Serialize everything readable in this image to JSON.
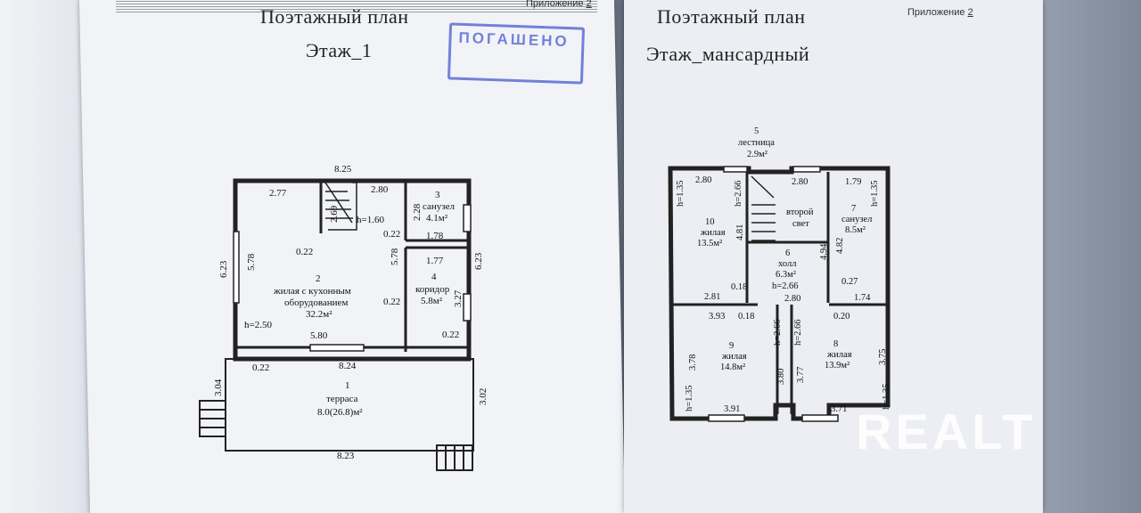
{
  "left_page": {
    "title": "Поэтажный план",
    "floor": "Этаж_1",
    "appendix_label": "Приложение",
    "appendix_num": "2",
    "stamp": "ПОГАШЕНО",
    "dims": {
      "top": "8.25",
      "left_height": "6.23",
      "right_height": "6.23",
      "terrace_width": "8.24",
      "bottom": "8.23",
      "stair_left": "3.04",
      "stair_right": "3.02"
    },
    "rooms": [
      {
        "num": "1",
        "name": "терраса",
        "area": "8.0(26.8)м²"
      },
      {
        "num": "2",
        "name": "жилая с кухонным",
        "name2": "оборудованием",
        "area": "32.2м²"
      },
      {
        "num": "3",
        "name": "санузел",
        "area": "4.1м²"
      },
      {
        "num": "4",
        "name": "коридор",
        "area": "5.8м²"
      }
    ],
    "labels": [
      "2.77",
      "2.69",
      "2.80",
      "2.28",
      "h=1.60",
      "0.22",
      "1.78",
      "0.22",
      "5.78",
      "1.77",
      "5.78",
      "0.22",
      "3.27",
      "h=2.50",
      "5.80",
      "0.22",
      "0.22"
    ]
  },
  "right_page": {
    "title": "Поэтажный план",
    "floor": "Этаж_мансардный",
    "appendix_label": "Приложение",
    "appendix_num": "2",
    "rooms": [
      {
        "num": "5",
        "name": "лестница",
        "area": "2.9м²"
      },
      {
        "num": "6",
        "name": "холл",
        "area": "6.3м²",
        "height": "h=2.66"
      },
      {
        "num": "7",
        "name": "санузел",
        "area": "8.5м²"
      },
      {
        "num": "8",
        "name": "жилая",
        "area": "13.9м²"
      },
      {
        "num": "9",
        "name": "жилая",
        "area": "14.8м²"
      },
      {
        "num": "10",
        "name": "жилая",
        "area": "13.5м²"
      }
    ],
    "second_light": "второй",
    "second_light2": "свет",
    "labels": [
      "2.80",
      "h=1.35",
      "h=2.66",
      "2.80",
      "1.79",
      "h=1.35",
      "4.81",
      "4.94",
      "4.82",
      "2.81",
      "0.18",
      "2.80",
      "0.27",
      "1.74",
      "3.93",
      "0.18",
      "h=2.66",
      "h=2.66",
      "0.20",
      "3.78",
      "3.80",
      "3.77",
      "3.75",
      "h=1.35",
      "3.91",
      "3.71",
      "h=1.35"
    ]
  },
  "watermark": "REALT"
}
